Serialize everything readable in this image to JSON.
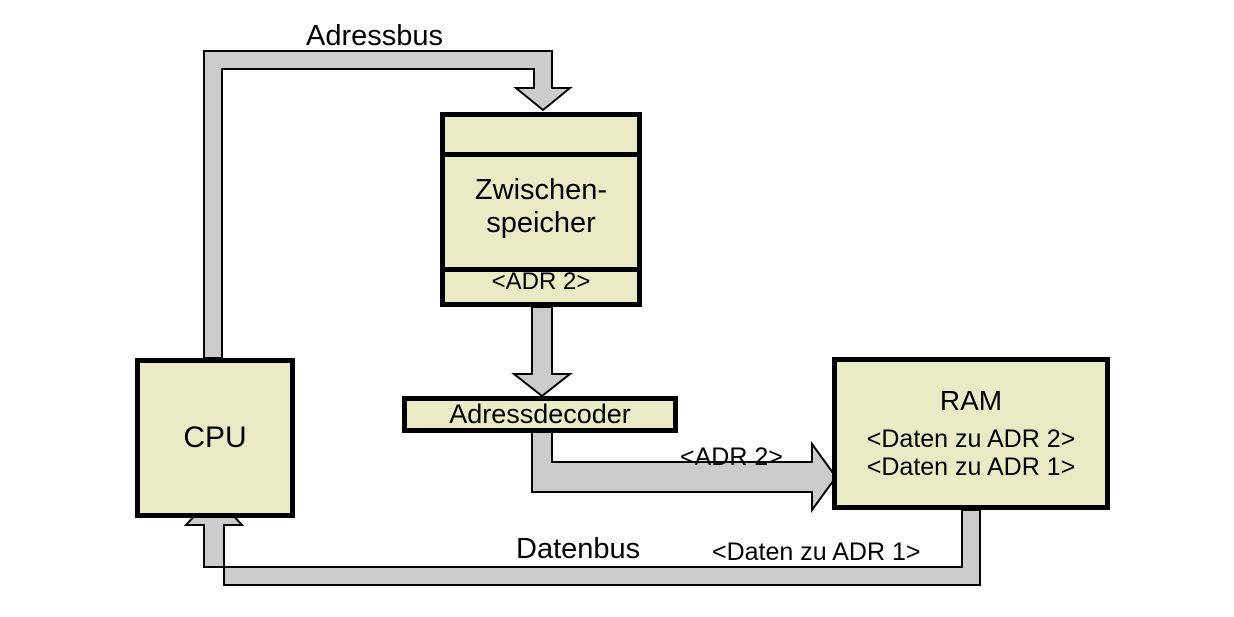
{
  "diagram": {
    "title_context": "CPU Adressbus Datenbus RAM Zugriff",
    "colors": {
      "box_fill": "#eaeac5",
      "box_border": "#000000",
      "bus_fill": "#cccccc",
      "bus_stroke": "#000000",
      "background": "#ffffff",
      "text": "#000000"
    },
    "nodes": {
      "cpu": {
        "label": "CPU"
      },
      "zwischenspeicher": {
        "row_top": "",
        "row_middle_line1": "Zwischen-",
        "row_middle_line2": "speicher",
        "row_bottom": "<ADR 2>"
      },
      "adressdecoder": {
        "label": "Adressdecoder"
      },
      "ram": {
        "title": "RAM",
        "row1": "<Daten zu ADR 2>",
        "row2": "<Daten zu ADR 1>"
      }
    },
    "bus_labels": {
      "adressbus": "Adressbus",
      "datenbus": "Datenbus",
      "datenbus_payload": "<Daten zu ADR 1>",
      "decoder_to_ram": "<ADR 2>"
    }
  }
}
